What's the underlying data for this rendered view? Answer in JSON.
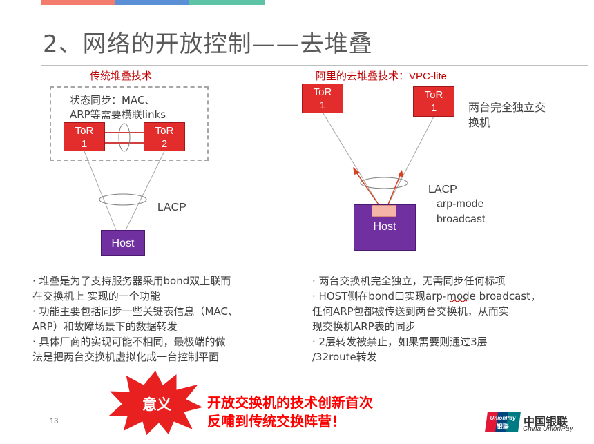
{
  "title": "2、网络的开放控制——去堆叠",
  "left_section": {
    "heading": "传统堆叠技术",
    "sync_note_line1": "状态同步：MAC、",
    "sync_note_line2": "ARP等需要横联links",
    "tor1": {
      "name": "ToR",
      "num": "1"
    },
    "tor2": {
      "name": "ToR",
      "num": "2"
    },
    "lacp": "LACP",
    "host": "Host"
  },
  "right_section": {
    "heading_cn": "阿里的去堆叠技术：",
    "heading_en": "VPC-lite",
    "tor1": {
      "name": "ToR",
      "num": "1"
    },
    "tor2": {
      "name": "ToR",
      "num": "1"
    },
    "note_line1": "两台完全独立交",
    "note_line2": "换机",
    "lacp": "LACP",
    "arp_line1": "arp-mode",
    "arp_line2": "broadcast",
    "host": "Host"
  },
  "left_bullets": [
    "· 堆叠是为了支持服务器采用bond双上联而",
    "在交换机上 实现的一个功能",
    "· 功能主要包括同步一些关键表信息（MAC、",
    "ARP）和故障场景下的数据转发",
    "· 具体厂商的实现可能不相同，最极端的做",
    "法是把两台交换机虚拟化成一台控制平面"
  ],
  "right_bullets": [
    "· 两台交换机完全独立，无需同步任何标项",
    "· HOST侧在bond口实现arp-mode broadcast，",
    "任何ARP包都被传送到两台交换机，从而实",
    "现交换机ARP表的同步",
    "· 2层转发被禁止，如果需要则通过3层",
    "/32route转发"
  ],
  "page_number": "13",
  "burst_label": "意义",
  "callout_line1": "开放交换机的技术创新首次",
  "callout_line2": "反哺到传统交换阵营！",
  "logo": {
    "badge_top": "UnionPay",
    "badge_bottom": "银联",
    "cn": "中国银联",
    "en": "China UnionPay"
  },
  "colors": {
    "accent_red": "#e32d2d",
    "host_purple": "#7030a0",
    "heading_red": "#c00000",
    "bar_coral": "#f47c6c",
    "bar_blue": "#5b8fd6",
    "bar_teal": "#5cc4a4"
  }
}
